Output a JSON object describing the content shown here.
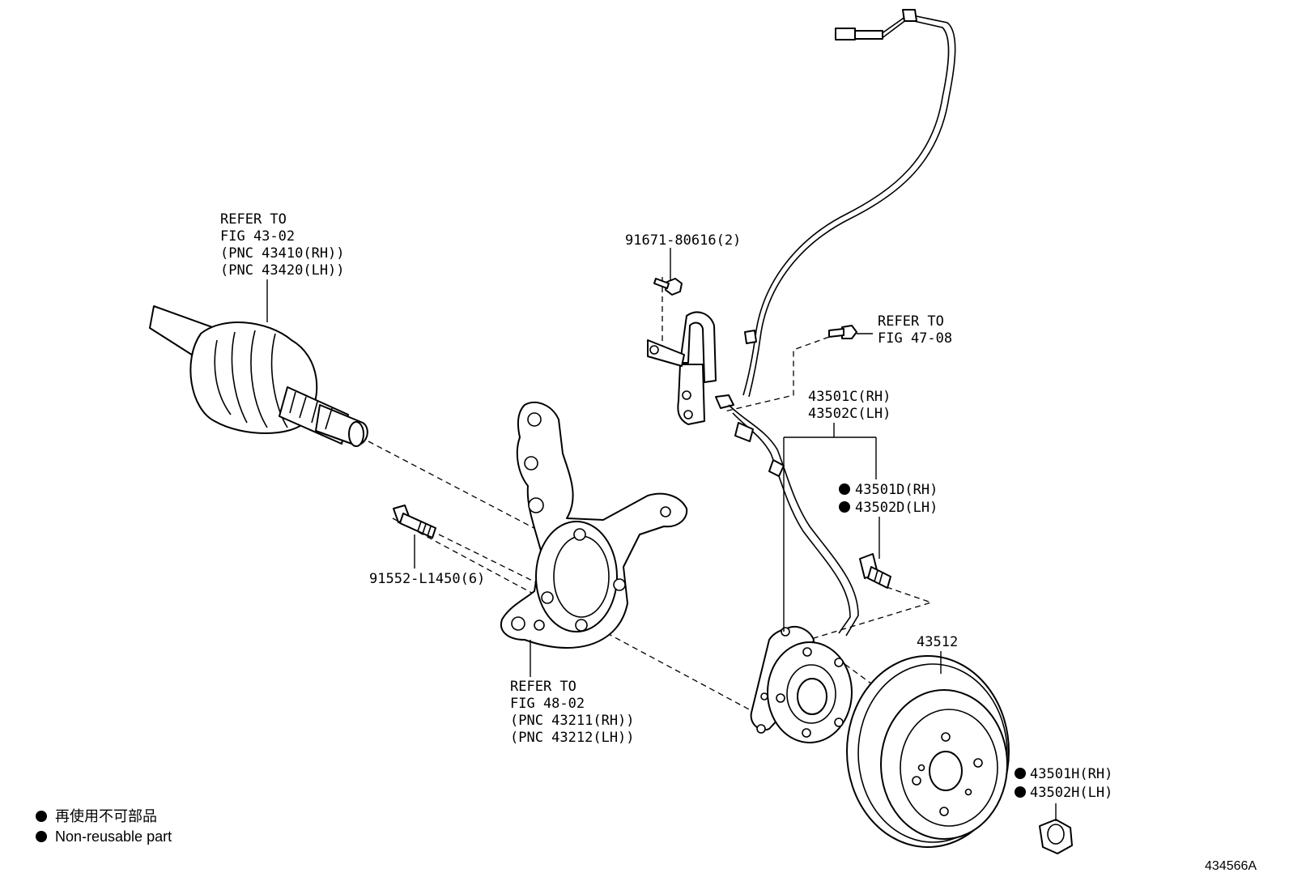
{
  "callouts": {
    "drive_shaft": [
      "REFER TO",
      "FIG 43-02",
      "(PNC 43410(RH))",
      "(PNC 43420(LH))"
    ],
    "knuckle": [
      "REFER TO",
      "FIG 48-02",
      "(PNC 43211(RH))",
      "(PNC 43212(LH))"
    ],
    "sensor_bolt": [
      "REFER TO",
      "FIG 47-08"
    ],
    "bolt_91671": "91671-80616(2)",
    "bolt_91552": "91552-L1450(6)",
    "hub_assy_rh": "43501C(RH)",
    "hub_assy_lh": "43502C(LH)",
    "hub_bolt_rh": "43501D(RH)",
    "hub_bolt_lh": "43502D(LH)",
    "disc": "43512",
    "nut_rh": "43501H(RH)",
    "nut_lh": "43502H(LH)"
  },
  "legend": {
    "line_jp": "再使用不可部品",
    "line_en": "Non-reusable part"
  },
  "figure_id": "434566A",
  "icons": {
    "non_reusable_marker": "filled-circle-icon"
  },
  "colors": {
    "ink": "#000000",
    "paper": "#ffffff"
  }
}
